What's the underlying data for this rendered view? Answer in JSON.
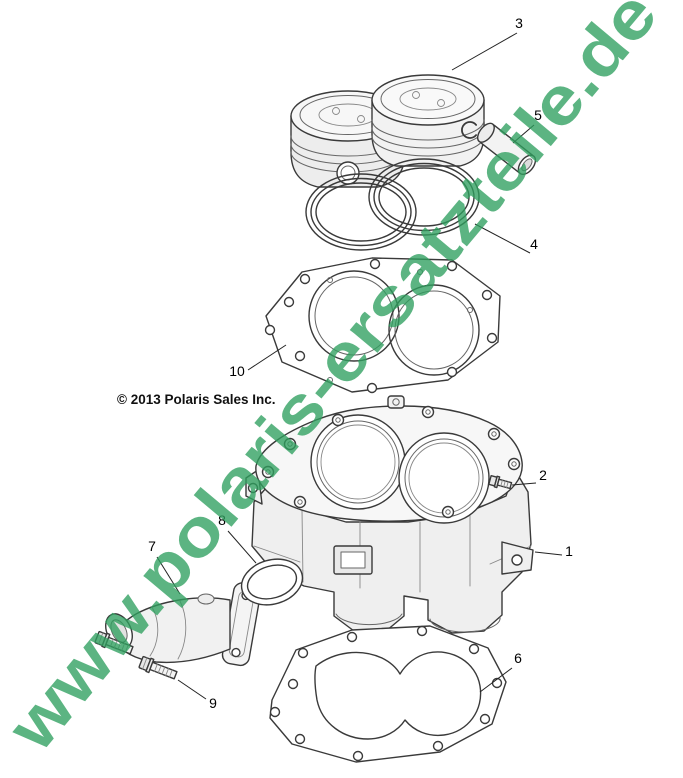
{
  "watermark": {
    "text": "www.polaris-ersatzteile.de",
    "color": "#2fa05f"
  },
  "copyright": {
    "text": "© 2013 Polaris Sales Inc."
  },
  "diagram": {
    "callouts": [
      {
        "label": "1",
        "part": "cylinder"
      },
      {
        "label": "2",
        "part": "screw"
      },
      {
        "label": "3",
        "part": "piston-assembly"
      },
      {
        "label": "4",
        "part": "piston-ring-set"
      },
      {
        "label": "5",
        "part": "piston-pin"
      },
      {
        "label": "6",
        "part": "cylinder-base-gasket"
      },
      {
        "label": "7",
        "part": "water-inlet"
      },
      {
        "label": "8",
        "part": "seal"
      },
      {
        "label": "9",
        "part": "screws"
      },
      {
        "label": "10",
        "part": "cylinder-head-gasket"
      }
    ]
  }
}
